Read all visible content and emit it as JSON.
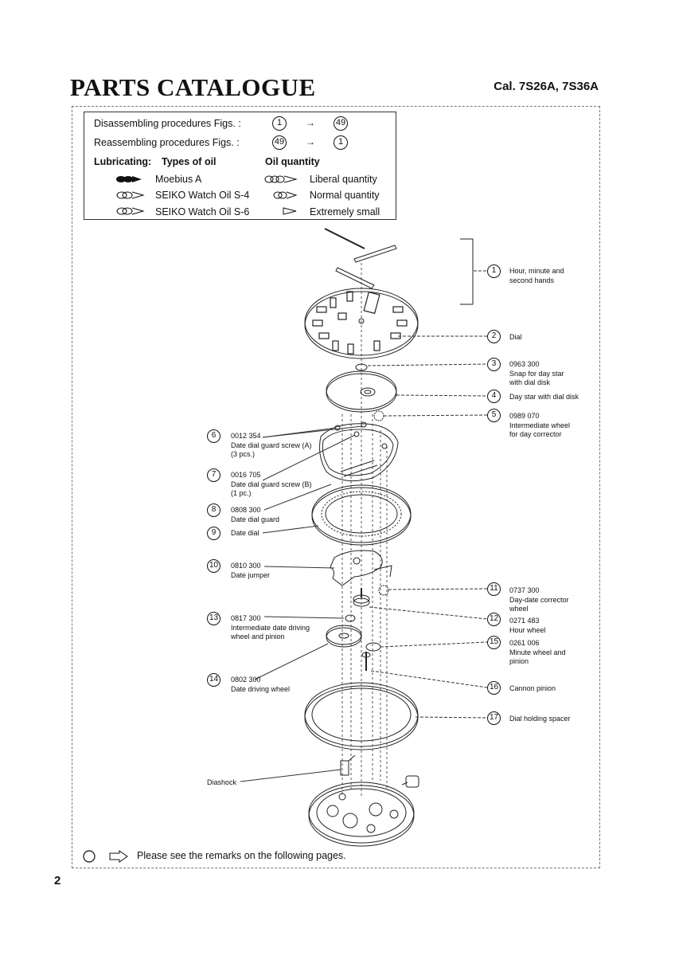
{
  "header": {
    "title": "PARTS CATALOGUE",
    "caliber": "Cal. 7S26A, 7S36A"
  },
  "legend": {
    "disassembling_label": "Disassembling procedures Figs. :",
    "disassembling_from": "1",
    "disassembling_to": "49",
    "reassembling_label": "Reassembling procedures Figs. :",
    "reassembling_from": "49",
    "reassembling_to": "1",
    "arrow": "→",
    "lubricating_label": "Lubricating:",
    "types_of_oil_label": "Types of oil",
    "oil_quantity_label": "Oil quantity",
    "oils": [
      "Moebius A",
      "SEIKO Watch Oil S-4",
      "SEIKO Watch Oil S-6"
    ],
    "quantities": [
      "Liberal quantity",
      "Normal quantity",
      "Extremely small"
    ]
  },
  "callouts_right": [
    {
      "num": "1",
      "text": "Hour, minute and\nsecond hands"
    },
    {
      "num": "2",
      "text": "Dial"
    },
    {
      "num": "3",
      "text": "0963 300\nSnap for day star\nwith dial disk"
    },
    {
      "num": "4",
      "text": "Day star with dial disk"
    },
    {
      "num": "5",
      "text": "0989 070\nIntermediate wheel\nfor day corrector"
    },
    {
      "num": "11",
      "text": "0737 300\nDay-date corrector\nwheel"
    },
    {
      "num": "12",
      "text": "0271 483\nHour wheel"
    },
    {
      "num": "15",
      "text": "0261 006\nMinute wheel and\npinion"
    },
    {
      "num": "16",
      "text": "Cannon pinion"
    },
    {
      "num": "17",
      "text": "Dial holding spacer"
    }
  ],
  "callouts_left": [
    {
      "num": "6",
      "text": "0012 354\nDate dial guard screw (A)\n(3 pcs.)"
    },
    {
      "num": "7",
      "text": "0016 705\nDate dial guard screw (B)\n(1 pc.)"
    },
    {
      "num": "8",
      "text": "0808 300\nDate dial guard"
    },
    {
      "num": "9",
      "text": "Date dial"
    },
    {
      "num": "10",
      "text": "0810 300\nDate jumper"
    },
    {
      "num": "13",
      "text": "0817 300\nIntermediate date driving\nwheel and pinion"
    },
    {
      "num": "14",
      "text": "0802 300\nDate driving wheel"
    }
  ],
  "diashock_label": "Diashock",
  "footnote": "Please see the remarks on the following pages.",
  "page_number": "2"
}
